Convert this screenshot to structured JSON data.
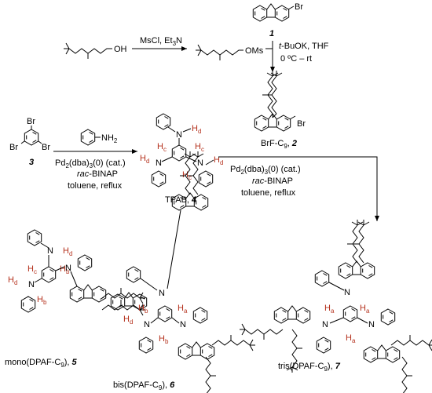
{
  "reaction1": {
    "alcohol_oh": "OH",
    "reagents": "MsCl, Et",
    "reagents_sub": "3",
    "reagents_tail": "N",
    "mesylate_label": "OMs"
  },
  "reaction2": {
    "fluorene_br": "Br",
    "compound_number": "1",
    "base": "t",
    "base_rest": "-BuOK, THF",
    "temperature": "0 ºC – rt",
    "product_br": "Br",
    "product_name": "BrF-C",
    "product_sub": "9",
    "product_sep": ", ",
    "product_number": "2"
  },
  "reaction3": {
    "tribromo_br": "Br",
    "tribromo_number": "3",
    "aniline_nh": "NH",
    "aniline_sub": "2",
    "catalyst": "Pd",
    "catalyst_2a": "2",
    "catalyst_mid": "(dba)",
    "catalyst_3": "3",
    "catalyst_tail": "(0) (cat.)",
    "ligand_prefix": "rac",
    "ligand_rest": "-BINAP",
    "conditions": "toluene, reflux",
    "product_name": "TPAB, ",
    "product_number": "4",
    "h_c": "H",
    "h_c_sub": "c",
    "h_d": "H",
    "h_d_sub": "d",
    "n": "N"
  },
  "reaction4": {
    "catalyst": "Pd",
    "catalyst_2a": "2",
    "catalyst_mid": "(dba)",
    "catalyst_3": "3",
    "catalyst_tail": "(0) (cat.)",
    "ligand_prefix": "rac",
    "ligand_rest": "-BINAP",
    "conditions": "toluene, reflux"
  },
  "products": {
    "mono_label": "mono(DPAF-C",
    "mono_sub": "9",
    "mono_tail": "), ",
    "mono_number": "5",
    "bis_label": "bis(DPAF-C",
    "bis_sub": "9",
    "bis_tail": "), ",
    "bis_number": "6",
    "tris_label": "tris(DPAF-C",
    "tris_sub": "9",
    "tris_tail": "), ",
    "tris_number": "7",
    "h_a": "H",
    "h_a_sub": "a",
    "h_b": "H",
    "h_b_sub": "b",
    "h_c": "H",
    "h_c_sub": "c",
    "h_d": "H",
    "h_d_sub": "d",
    "n": "N"
  }
}
